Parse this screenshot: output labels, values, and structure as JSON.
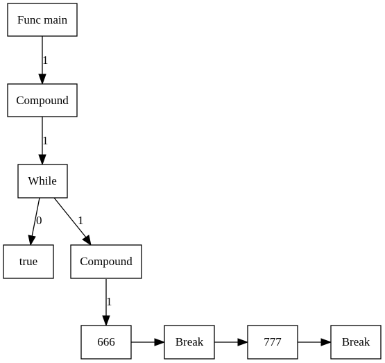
{
  "nodes": [
    {
      "id": "func_main",
      "label": "Func main"
    },
    {
      "id": "compound_1",
      "label": "Compound"
    },
    {
      "id": "while",
      "label": "While"
    },
    {
      "id": "true",
      "label": "true"
    },
    {
      "id": "compound_2",
      "label": "Compound"
    },
    {
      "id": "n666",
      "label": "666"
    },
    {
      "id": "break_1",
      "label": "Break"
    },
    {
      "id": "n777",
      "label": "777"
    },
    {
      "id": "break_2",
      "label": "Break"
    }
  ],
  "edges": [
    {
      "from": "func_main",
      "to": "compound_1",
      "label": "1"
    },
    {
      "from": "compound_1",
      "to": "while",
      "label": "1"
    },
    {
      "from": "while",
      "to": "true",
      "label": "0"
    },
    {
      "from": "while",
      "to": "compound_2",
      "label": "1"
    },
    {
      "from": "compound_2",
      "to": "n666",
      "label": "1"
    },
    {
      "from": "n666",
      "to": "break_1",
      "label": ""
    },
    {
      "from": "break_1",
      "to": "n777",
      "label": ""
    },
    {
      "from": "n777",
      "to": "break_2",
      "label": ""
    }
  ]
}
